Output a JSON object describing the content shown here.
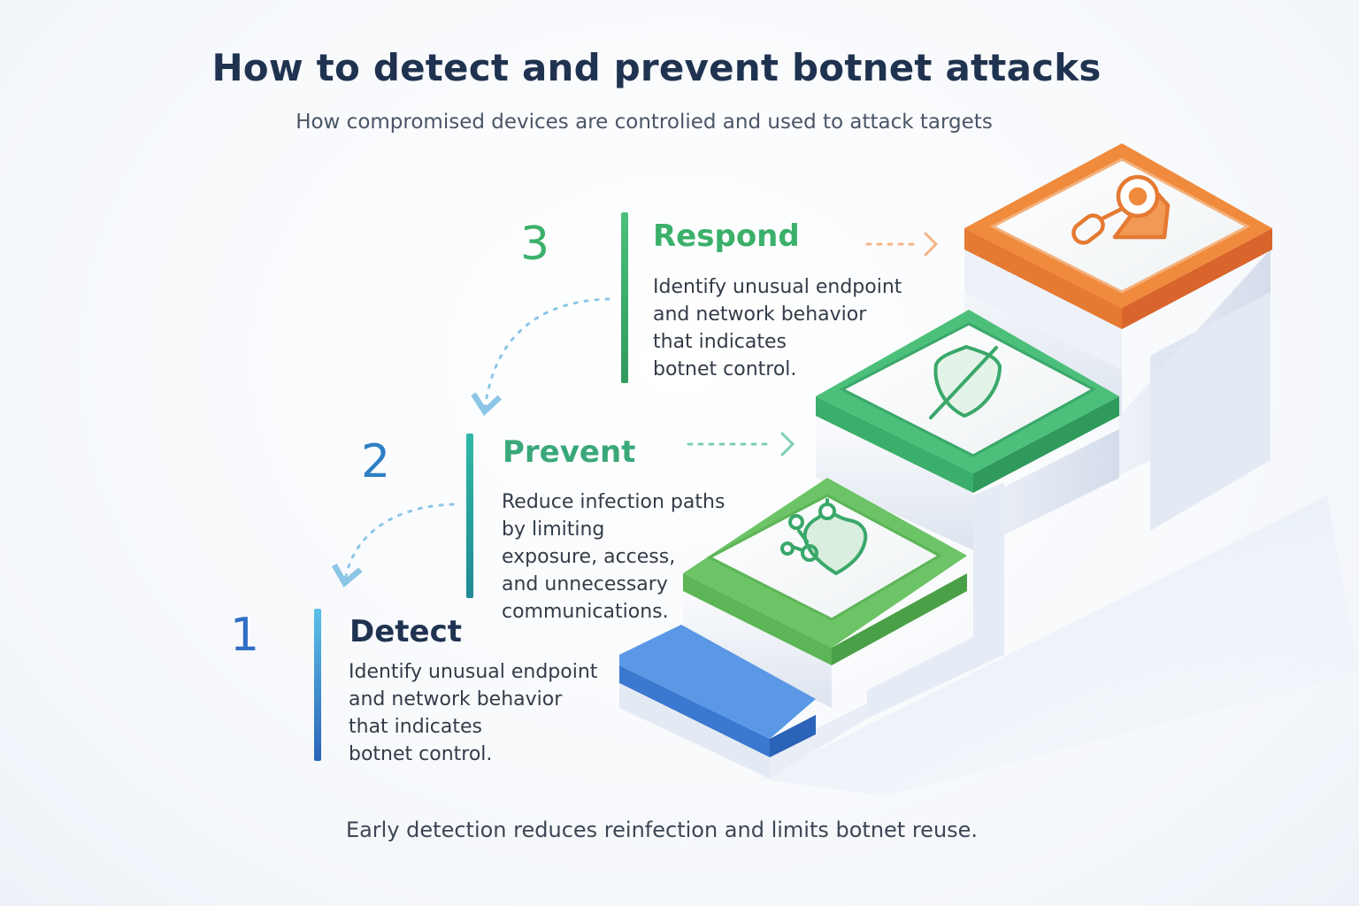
{
  "header": {
    "title": "How to detect and prevent botnet attacks",
    "subtitle": "How compromised devices are controlied and used to attack targets"
  },
  "steps": [
    {
      "number": "1",
      "title": "Detect",
      "description": "Identify unusual endpoint\nand network behavior\nthat indicates\nbotnet control.",
      "color": "#2f6fc4",
      "bar_gradient": [
        "#5bc0e8",
        "#2a63b8"
      ]
    },
    {
      "number": "2",
      "title": "Prevent",
      "description": "Reduce infection paths\nby limiting\nexposure, access,\nand unnecessary\ncommunications.",
      "color": "#3aa879",
      "number_color": "#2e7fc4",
      "bar_gradient": [
        "#2fb9a5",
        "#1f8a94"
      ]
    },
    {
      "number": "3",
      "title": "Respond",
      "description": "Identify unusual endpoint\nand network behavior\nthat indicates\nbotnet control.",
      "color": "#3bb06a",
      "bar_gradient": [
        "#4cc07a",
        "#2f9a5c"
      ]
    }
  ],
  "icons": {
    "step1": "",
    "step2": "shield-virus-icon",
    "step3": "shield-slash-icon",
    "step4": "magnifier-alert-icon"
  },
  "colors": {
    "blue_step": "#3b82d8",
    "green_step": "#5cbf58",
    "teal_green_step": "#3fb26a",
    "orange_step": "#f08a3c",
    "dashed_arrow": "#8cc6e6",
    "orange_arrow": "#f5b487"
  },
  "footer": {
    "note": "Early detection reduces reinfection and limits botnet reuse."
  }
}
